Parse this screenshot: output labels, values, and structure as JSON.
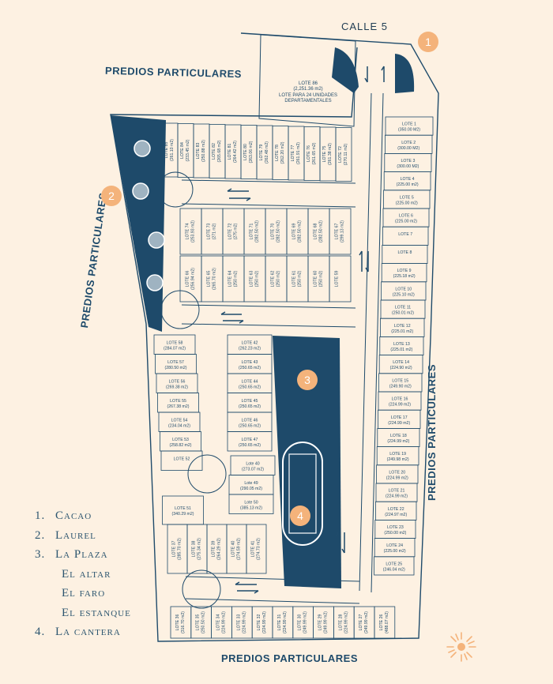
{
  "labels": {
    "top_street": "CALLE 5",
    "north_west": "PREDIOS PARTICULARES",
    "west": "PREDIOS PARTICULARES",
    "east": "PREDIOS PARTICULARES",
    "south": "PREDIOS PARTICULARES"
  },
  "big_lot": {
    "title": "LOTE 86",
    "area": "(2,251.36 m2)",
    "line1": "LOTE PARA 24 UNIDADES",
    "line2": "DEPARTAMENTALES"
  },
  "markers": [
    "1",
    "2",
    "3",
    "4"
  ],
  "legend": [
    {
      "num": "1.",
      "label": "Cacao"
    },
    {
      "num": "2.",
      "label": "Laurel"
    },
    {
      "num": "3.",
      "label": "La Plaza"
    },
    {
      "num": "",
      "label": "El altar"
    },
    {
      "num": "",
      "label": "El faro"
    },
    {
      "num": "",
      "label": "El estanque"
    },
    {
      "num": "4.",
      "label": "La cantera"
    }
  ],
  "east_lots": [
    {
      "name": "LOTE 1",
      "area": "(350.00 M2)"
    },
    {
      "name": "LOTE 2",
      "area": "(300.00 M2)"
    },
    {
      "name": "LOTE 3",
      "area": "(300.00 M2)"
    },
    {
      "name": "LOTE 4",
      "area": "(225.00 m2)"
    },
    {
      "name": "LOTE 5",
      "area": "(225.00 m2)"
    },
    {
      "name": "LOTE 6",
      "area": "(225.00 m2)"
    },
    {
      "name": "LOTE 7",
      "area": ""
    },
    {
      "name": "LOTE 8",
      "area": ""
    },
    {
      "name": "LOTE 9",
      "area": "(225.18 m2)"
    },
    {
      "name": "LOTE 10",
      "area": "(225.10 m2)"
    },
    {
      "name": "LOTE 11",
      "area": "(250.01 m2)"
    },
    {
      "name": "LOTE 12",
      "area": "(225.01 m2)"
    },
    {
      "name": "LOTE 13",
      "area": "(225.01 m2)"
    },
    {
      "name": "LOTE 14",
      "area": "(224.90 m2)"
    },
    {
      "name": "LOTE 15",
      "area": "(249.90 m2)"
    },
    {
      "name": "LOTE 16",
      "area": "(224.99 m2)"
    },
    {
      "name": "LOTE 17",
      "area": "(224.99 m2)"
    },
    {
      "name": "LOTE 18",
      "area": "(224.99 m2)"
    },
    {
      "name": "LOTE 19",
      "area": "(249.98 m2)"
    },
    {
      "name": "LOTE 20",
      "area": "(224.99 m2)"
    },
    {
      "name": "LOTE 21",
      "area": "(224.99 m2)"
    },
    {
      "name": "LOTE 22",
      "area": "(224.97 m2)"
    },
    {
      "name": "LOTE 23",
      "area": "(250.00 m2)"
    },
    {
      "name": "LOTE 24",
      "area": "(225.00 m2)"
    },
    {
      "name": "LOTE 25",
      "area": "(246.04 m2)"
    }
  ],
  "north_row_lots": [
    {
      "name": "LOTE 85",
      "area": "(261.10 m2)"
    },
    {
      "name": "LOTE 84",
      "area": "(233.45 m2)"
    },
    {
      "name": "LOTE 83",
      "area": "(250.88 m2)"
    },
    {
      "name": "LOTE 82",
      "area": "(265.68 m2)"
    },
    {
      "name": "LOTE 81",
      "area": "(264.42 m2)"
    },
    {
      "name": "LOTE 80",
      "area": "(263.06 m2)"
    },
    {
      "name": "LOTE 79",
      "area": "(262.48 m2)"
    },
    {
      "name": "LOTE 78",
      "area": "(262.20 m2)"
    },
    {
      "name": "LOTE 77",
      "area": "(261.91 m2)"
    },
    {
      "name": "LOTE 76",
      "area": "(261.65 m2)"
    },
    {
      "name": "LOTE 75",
      "area": "(261.38 m2)"
    },
    {
      "name": "LOTE 72",
      "area": "(270.11 m2)"
    }
  ],
  "mid_upper_lots": [
    {
      "name": "LOTE 74",
      "area": "(253.93 m2)"
    },
    {
      "name": "LOTE 73",
      "area": "(271 m2)"
    },
    {
      "name": "LOTE 72",
      "area": "(275 m2)"
    },
    {
      "name": "LOTE 71",
      "area": "(282.50 m2)"
    },
    {
      "name": "LOTE 70",
      "area": "(282.50 m2)"
    },
    {
      "name": "LOTE 69",
      "area": "(282.50 m2)"
    },
    {
      "name": "LOTE 68",
      "area": "(282.50 m2)"
    },
    {
      "name": "LOTE 67",
      "area": "(299.13 m2)"
    }
  ],
  "mid_lower_lots": [
    {
      "name": "LOTE 66",
      "area": "(256.94 m2)"
    },
    {
      "name": "LOTE 65",
      "area": "(265.70 m2)"
    },
    {
      "name": "LOTE 64",
      "area": "(250 m2)"
    },
    {
      "name": "LOTE 63",
      "area": "(250 m2)"
    },
    {
      "name": "LOTE 62",
      "area": "(250 m2)"
    },
    {
      "name": "LOTE 61",
      "area": "(250 m2)"
    },
    {
      "name": "LOTE 60",
      "area": "(250 m2)"
    },
    {
      "name": "LOTE 59",
      "area": ""
    }
  ],
  "west_lots": [
    {
      "name": "LOTE 58",
      "area": "(284.07 m2)"
    },
    {
      "name": "LOTE 57",
      "area": "(280.50 m2)"
    },
    {
      "name": "LOTE 56",
      "area": "(269.38 m2)"
    },
    {
      "name": "LOTE 55",
      "area": "(267.38 m2)"
    },
    {
      "name": "LOTE 54",
      "area": "(234.04 m2)"
    },
    {
      "name": "LOTE 53",
      "area": "(258.82 m2)"
    },
    {
      "name": "LOTE 52",
      "area": ""
    },
    {
      "name": "LOTE 51",
      "area": "(340.29 m2)"
    }
  ],
  "center_lots": [
    {
      "name": "LOTE 42",
      "area": "(262.23 m2)"
    },
    {
      "name": "LOTE 43",
      "area": "(250.65 m2)"
    },
    {
      "name": "LOTE 44",
      "area": "(250.65 m2)"
    },
    {
      "name": "LOTE 45",
      "area": "(250.65 m2)"
    },
    {
      "name": "LOTE 46",
      "area": "(250.65 m2)"
    },
    {
      "name": "LOTE 47",
      "area": "(250.65 m2)"
    },
    {
      "name": "Lote 40",
      "area": "(273.07 m2)"
    },
    {
      "name": "Lote 49",
      "area": "(290.05 m2)"
    },
    {
      "name": "Lote 50",
      "area": "(385.13 m2)"
    }
  ],
  "south_upper_lots": [
    {
      "name": "LOTE 37",
      "area": "(285.70 m2)"
    },
    {
      "name": "LOTE 38",
      "area": "(275.34 m2)"
    },
    {
      "name": "LOTE 39",
      "area": "(264.29 m2)"
    },
    {
      "name": "LOTE 40",
      "area": "(274.59 m2)"
    },
    {
      "name": "LOTE 41",
      "area": "(274.73 m2)"
    }
  ],
  "south_lots": [
    {
      "name": "LOTE 36",
      "area": "(316.70 m2)"
    },
    {
      "name": "LOTE 35",
      "area": "(250.50 m2)"
    },
    {
      "name": "LOTE 34",
      "area": "(224.99 m2)"
    },
    {
      "name": "LOTE 33",
      "area": "(224.99 m2)"
    },
    {
      "name": "LOTE 32",
      "area": "(224.99 m2)"
    },
    {
      "name": "LOTE 31",
      "area": "(224.99 m2)"
    },
    {
      "name": "LOTE 30",
      "area": "(249.99 m2)"
    },
    {
      "name": "LOTE 29",
      "area": "(249.99 m2)"
    },
    {
      "name": "LOTE 28",
      "area": "(224.99 m2)"
    },
    {
      "name": "LOTE 27",
      "area": "(249.99 m2)"
    },
    {
      "name": "LOTE 26",
      "area": "(488.07 m2)"
    }
  ],
  "colors": {
    "background": "#fdf1e2",
    "line": "#1f4b6b",
    "dark": "#1e4a6a",
    "marker": "#f4b37b"
  }
}
